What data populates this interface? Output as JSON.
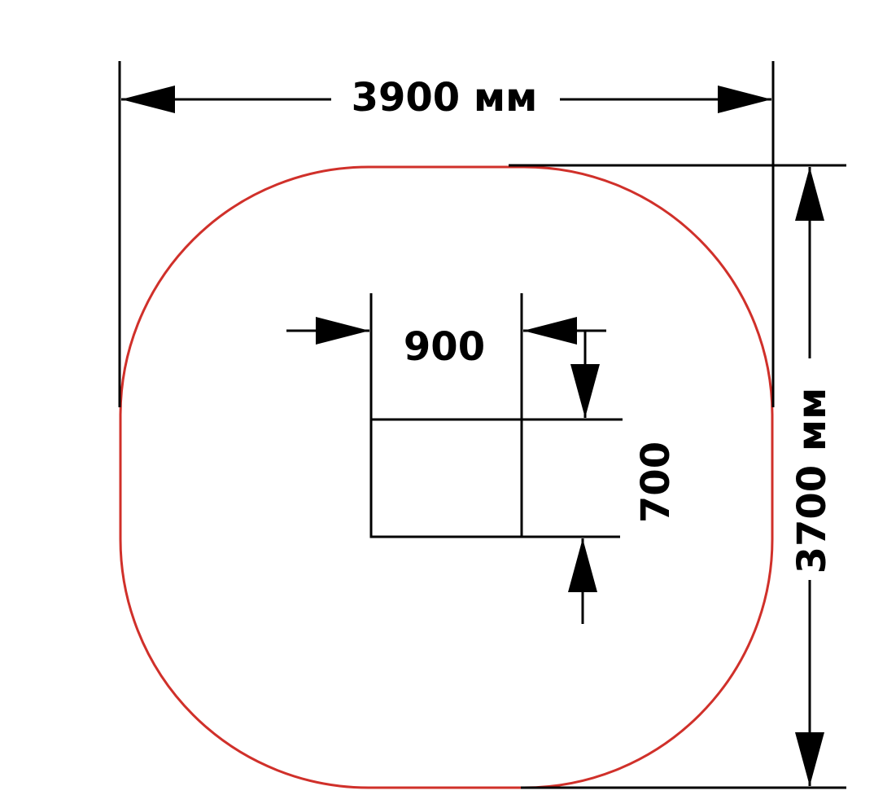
{
  "colors": {
    "outline": "#d0302a",
    "lines": "#000000",
    "background": "#ffffff"
  },
  "dimensions": {
    "overall_width": "3900 мм",
    "overall_height": "3700 мм",
    "object_width": "900",
    "object_height": "700"
  }
}
